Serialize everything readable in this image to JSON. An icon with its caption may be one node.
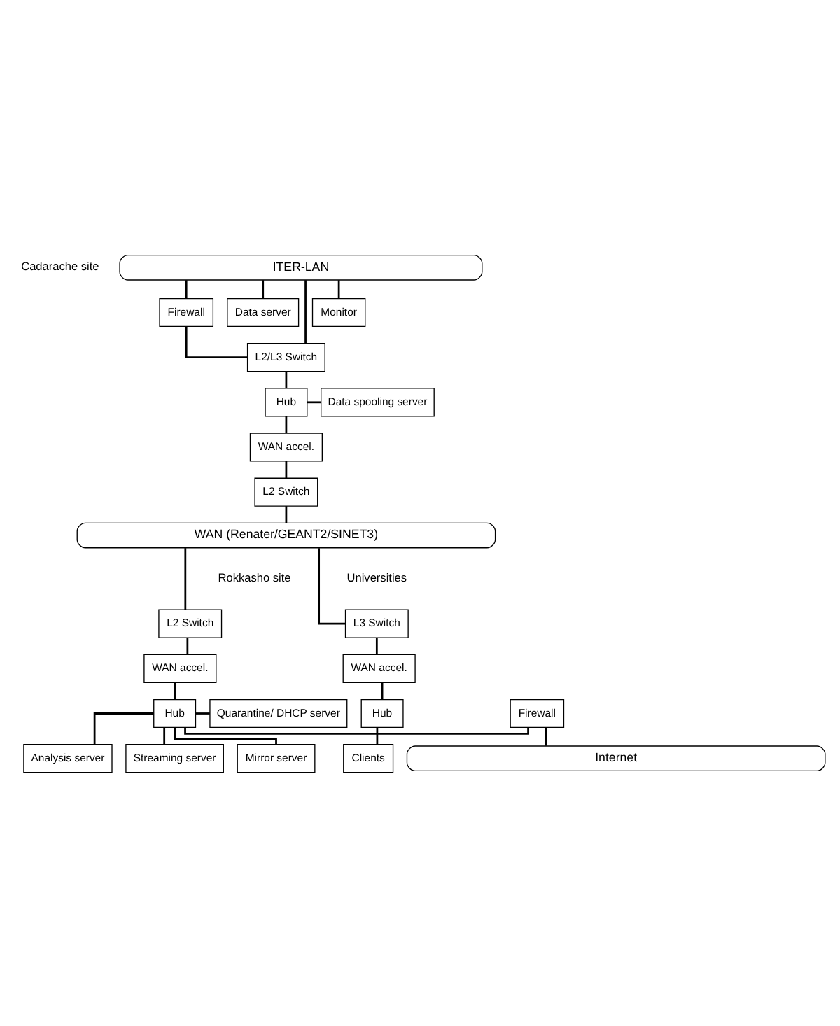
{
  "diagram": {
    "nodes": [
      {
        "text": [
          "ITER-LAN"
        ]
      },
      {
        "text": [
          "Firewall"
        ]
      },
      {
        "text": [
          "Data server"
        ]
      },
      {
        "text": [
          "Monitor"
        ]
      },
      {
        "text": [
          "L2/L3 Switch"
        ]
      },
      {
        "text": [
          "Hub"
        ]
      },
      {
        "text": [
          "Data spooling server"
        ]
      },
      {
        "text": [
          "WAN accel."
        ]
      },
      {
        "text": [
          "L2 Switch"
        ]
      },
      {
        "text": [
          "WAN (Renater/GEANT2/SINET3)"
        ]
      },
      {
        "text": [
          "L2 Switch"
        ]
      },
      {
        "text": [
          "WAN accel."
        ]
      },
      {
        "text": [
          "Quarantine/ DHCP server"
        ]
      },
      {
        "text": [
          "Hub"
        ]
      },
      {
        "text": [
          "Firewall"
        ]
      },
      {
        "text": [
          "Streaming server"
        ]
      },
      {
        "text": [
          "Mirror server"
        ]
      },
      {
        "text": [
          "Analysis server"
        ]
      },
      {
        "text": [
          "L3 Switch"
        ]
      },
      {
        "text": [
          "WAN accel."
        ]
      },
      {
        "text": [
          "Hub"
        ]
      },
      {
        "text": [
          "Clients"
        ]
      },
      {
        "text": [
          "Internet"
        ]
      }
    ],
    "edges": [
      {
        "from": 0,
        "to": 4,
        "arrow": "none"
      },
      {
        "from": 0,
        "to": 1,
        "arrow": "none"
      },
      {
        "from": 1,
        "to": 4,
        "arrow": "none"
      },
      {
        "from": 0,
        "to": 2,
        "arrow": "none"
      },
      {
        "from": 0,
        "to": 3,
        "arrow": "none"
      },
      {
        "from": 4,
        "to": 5,
        "arrow": "none"
      },
      {
        "from": 5,
        "to": 6,
        "arrow": "none"
      },
      {
        "from": 5,
        "to": 7,
        "arrow": "none"
      },
      {
        "from": 7,
        "to": 8,
        "arrow": "none"
      },
      {
        "from": 8,
        "to": 9,
        "arrow": "none"
      },
      {
        "from": 9,
        "to": 10,
        "arrow": "none"
      },
      {
        "from": 9,
        "to": 18,
        "arrow": "none"
      },
      {
        "from": 10,
        "to": 11,
        "arrow": "none"
      },
      {
        "from": 11,
        "to": 13,
        "arrow": "none"
      },
      {
        "from": 12,
        "to": 13,
        "arrow": "none"
      },
      {
        "from": 13,
        "to": 14,
        "arrow": "none"
      },
      {
        "from": 13,
        "to": 15,
        "arrow": "none"
      },
      {
        "from": 13,
        "to": 16,
        "arrow": "none"
      },
      {
        "from": 13,
        "to": 17,
        "arrow": "none"
      },
      {
        "from": 14,
        "to": 22,
        "arrow": "none"
      },
      {
        "from": 18,
        "to": 19,
        "arrow": "none"
      },
      {
        "from": 19,
        "to": 20,
        "arrow": "none"
      },
      {
        "from": 20,
        "to": 21,
        "arrow": "none"
      }
    ],
    "labels": [
      "Cadarache site",
      "Rokkasho site",
      "Universities"
    ]
  }
}
